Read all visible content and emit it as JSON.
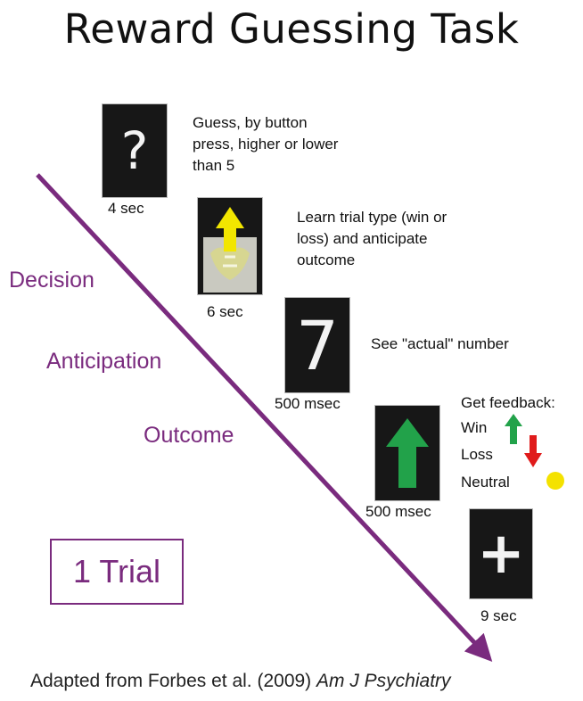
{
  "title": "Reward Guessing Task",
  "steps": [
    {
      "duration": "4 sec",
      "description": "Guess, by button press, higher or lower than 5",
      "symbol": "?"
    },
    {
      "duration": "6 sec",
      "description": "Learn trial type (win or loss) and anticipate outcome"
    },
    {
      "duration": "500 msec",
      "description": "See \"actual\" number",
      "symbol": "7"
    },
    {
      "duration": "500 msec",
      "description": "Get feedback:"
    },
    {
      "duration": "9 sec",
      "symbol": "+"
    }
  ],
  "feedback": {
    "win": "Win",
    "loss": "Loss",
    "neutral": "Neutral"
  },
  "phases": [
    "Decision",
    "Anticipation",
    "Outcome"
  ],
  "trial_label": "1 Trial",
  "citation": {
    "prefix": "Adapted from Forbes et al. (2009) ",
    "journal": "Am J Psychiatry"
  },
  "colors": {
    "purple": "#7a2b7e",
    "green": "#22a24a",
    "red": "#e01b1b",
    "yellow": "#f4e200"
  }
}
